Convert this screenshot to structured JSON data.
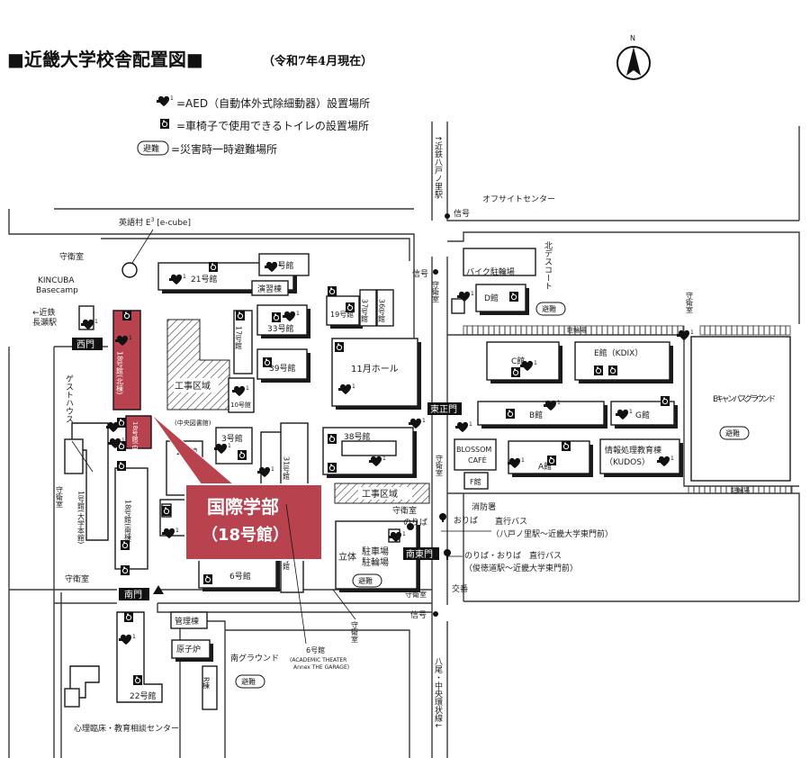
{
  "map": {
    "title": "■近畿大学校舎配置図■",
    "subtitle": "（令和7年4月現在）",
    "north": "N",
    "accent_color": "#b8434f",
    "callout": {
      "line1": "国際学部",
      "line2": "（18号館）"
    }
  },
  "legend": {
    "aed": "=AED（自動体外式除細動器）設置場所",
    "toilet": "=車椅子で使用できるトイレの設置場所",
    "shelter_badge": "避難",
    "shelter": "=災害時一時避難場所"
  },
  "icons": {
    "aed": "aed-icon",
    "toilet": "wheelchair-toilet-icon",
    "shelter": "shelter-badge"
  },
  "labels": {
    "yaeno_station": "↑近鉄八戸ノ里駅",
    "offsite": "オフサイトセンター",
    "shingo": "信号",
    "kita_desu": "北デスコート",
    "e3": "英語村 E",
    "e3_sup": "3",
    "e3_suffix": " [e-cube]",
    "kincuba_1": "KINCUBA",
    "kincuba_2": "Basecamp",
    "guard": "守衛室",
    "nagase_1": "←近鉄",
    "nagase_2": "長瀬駅",
    "west_gate": "西門",
    "east_main_gate": "東正門",
    "south_east_gate": "南東門",
    "south_gate": "南門",
    "guest_house": "ゲストハウス",
    "b21": "21号館",
    "b20": "20号館",
    "engeki": "演習棟",
    "bike": "バイク駐輪場",
    "bD": "D館",
    "b19": "19号館",
    "b37": "37号館",
    "b36": "36号館",
    "b17": "17号館",
    "b33": "33号館",
    "b39": "39号館",
    "hall11": "11月ホール",
    "koji1": "工事区域",
    "b10": "10号館",
    "central_lib": "(中央図書館)",
    "b18n": "18号館(北棟)",
    "b18c": "18号館(中棟)",
    "b18s": "18号館(南棟)",
    "b1": "1号館(大学本館)",
    "bC": "C館",
    "bE": "E館（KDIX）",
    "ecampus": "Eキャンパスグラウンド",
    "bB": "B館",
    "bG": "G館",
    "bA": "A館",
    "bF": "F館",
    "blossom_1": "BLOSSOM",
    "blossom_2": "CAFÉ",
    "info": "情報処理教育棟",
    "kudos": "（KUDOS）",
    "b38": "38号館",
    "b3": "3号館",
    "b2": "2号館",
    "b31": "31号館",
    "koji2": "工事区域",
    "shobo": "消防署",
    "noriba": "のりば",
    "oriba": "おりば",
    "bus1_1": "直行バス",
    "bus1_2": "（八戸ノ里駅～近畿大学東門前）",
    "bus2_1": "のりば・おりば　直行バス",
    "bus2_2": "（俊徳道駅～近畿大学東門前）",
    "koban": "交番",
    "rittai": "立体",
    "parking": "駐車場",
    "bikeparking": "駐輪場",
    "b6": "6号館",
    "b5": "5号館",
    "kanri": "管理棟",
    "genshiro": "原子炉",
    "south_ground": "南グラウンド",
    "b6b": "6号館",
    "theater_1": "(ACADEMIC THEATER",
    "theater_2": "Annex THE GARAGE)",
    "r_bldg": "R棟",
    "b22": "22号館",
    "shinri": "心理臨床・教育相談センター",
    "yao": "八尾・中央環状線↓",
    "chuurin": "駐輪場"
  }
}
